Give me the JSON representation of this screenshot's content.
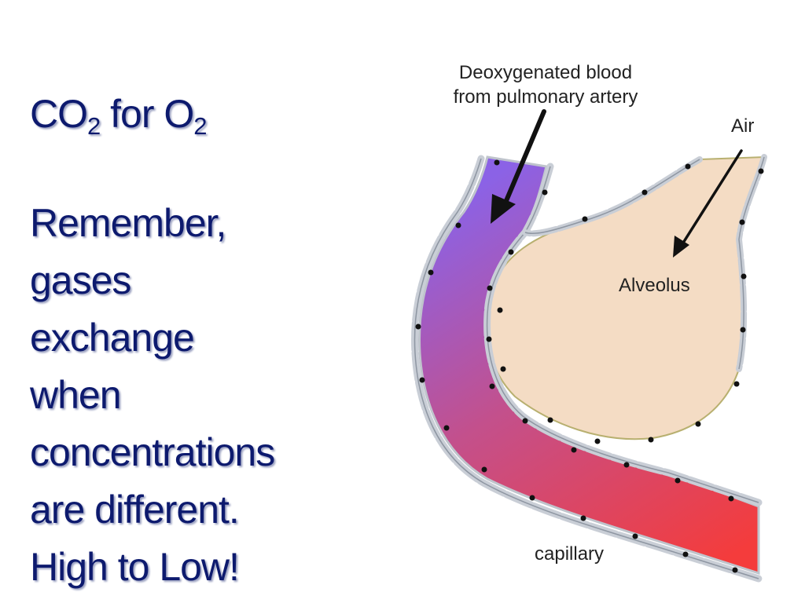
{
  "slide": {
    "heading": {
      "co": "CO",
      "co_sub": "2",
      "for_o": " for O",
      "o_sub": "2"
    },
    "body_lines": [
      "Remember,",
      "gases",
      "exchange",
      "when",
      "concentrations",
      "are different.",
      "High to Low!"
    ]
  },
  "diagram": {
    "label_deoxy_line1": "Deoxygenated blood",
    "label_deoxy_line2": "from pulmonary artery",
    "label_air": "Air",
    "label_alveolus": "Alveolus",
    "label_capillary": "capillary",
    "colors": {
      "deoxygenated": "#8b62e6",
      "oxygenated": "#f43c3c",
      "alveolus_fill": "#f4dcc4",
      "text_title": "#0d1a6e"
    }
  }
}
